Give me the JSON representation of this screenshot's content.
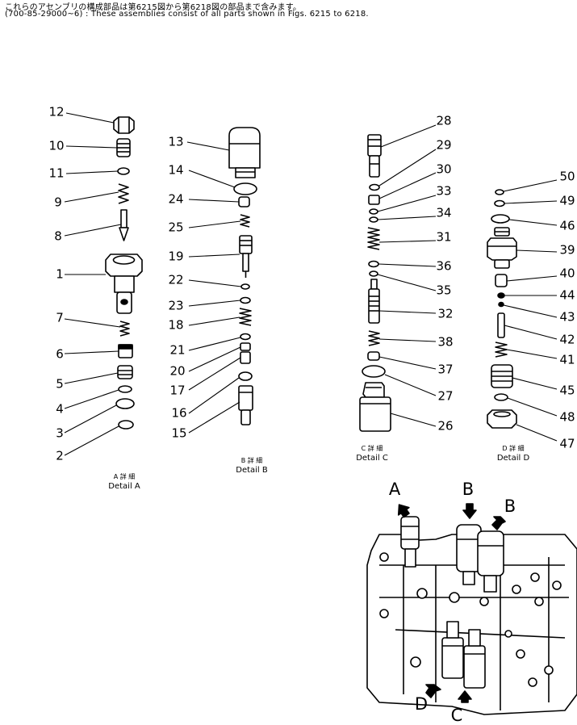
{
  "header": {
    "line1": "これらのアセンブリの構成部品は第6215図から第6218図の部品まで含みます。",
    "line2": "(700-85-29000~6) : These assemblies consist of all parts shown in Figs.  6215 to 6218."
  },
  "details": {
    "a": {
      "jp": "A 詳 細",
      "en": "Detail  A"
    },
    "b": {
      "jp": "B 詳 細",
      "en": "Detail  B"
    },
    "c": {
      "jp": "C 詳 細",
      "en": "Detail  C"
    },
    "d": {
      "jp": "D 詳 細",
      "en": "Detail  D"
    }
  },
  "parts": {
    "a": [
      "12",
      "10",
      "11",
      "9",
      "8",
      "1",
      "7",
      "6",
      "5",
      "4",
      "3",
      "2"
    ],
    "b": [
      "13",
      "14",
      "24",
      "25",
      "19",
      "22",
      "23",
      "18",
      "21",
      "20",
      "17",
      "16",
      "15"
    ],
    "c": [
      "28",
      "29",
      "30",
      "33",
      "34",
      "31",
      "36",
      "35",
      "32",
      "38",
      "37",
      "27",
      "26"
    ],
    "d": [
      "50",
      "49",
      "46",
      "39",
      "40",
      "44",
      "43",
      "42",
      "41",
      "45",
      "48",
      "47"
    ]
  },
  "view_markers": [
    "A",
    "B",
    "B",
    "D",
    "C"
  ]
}
